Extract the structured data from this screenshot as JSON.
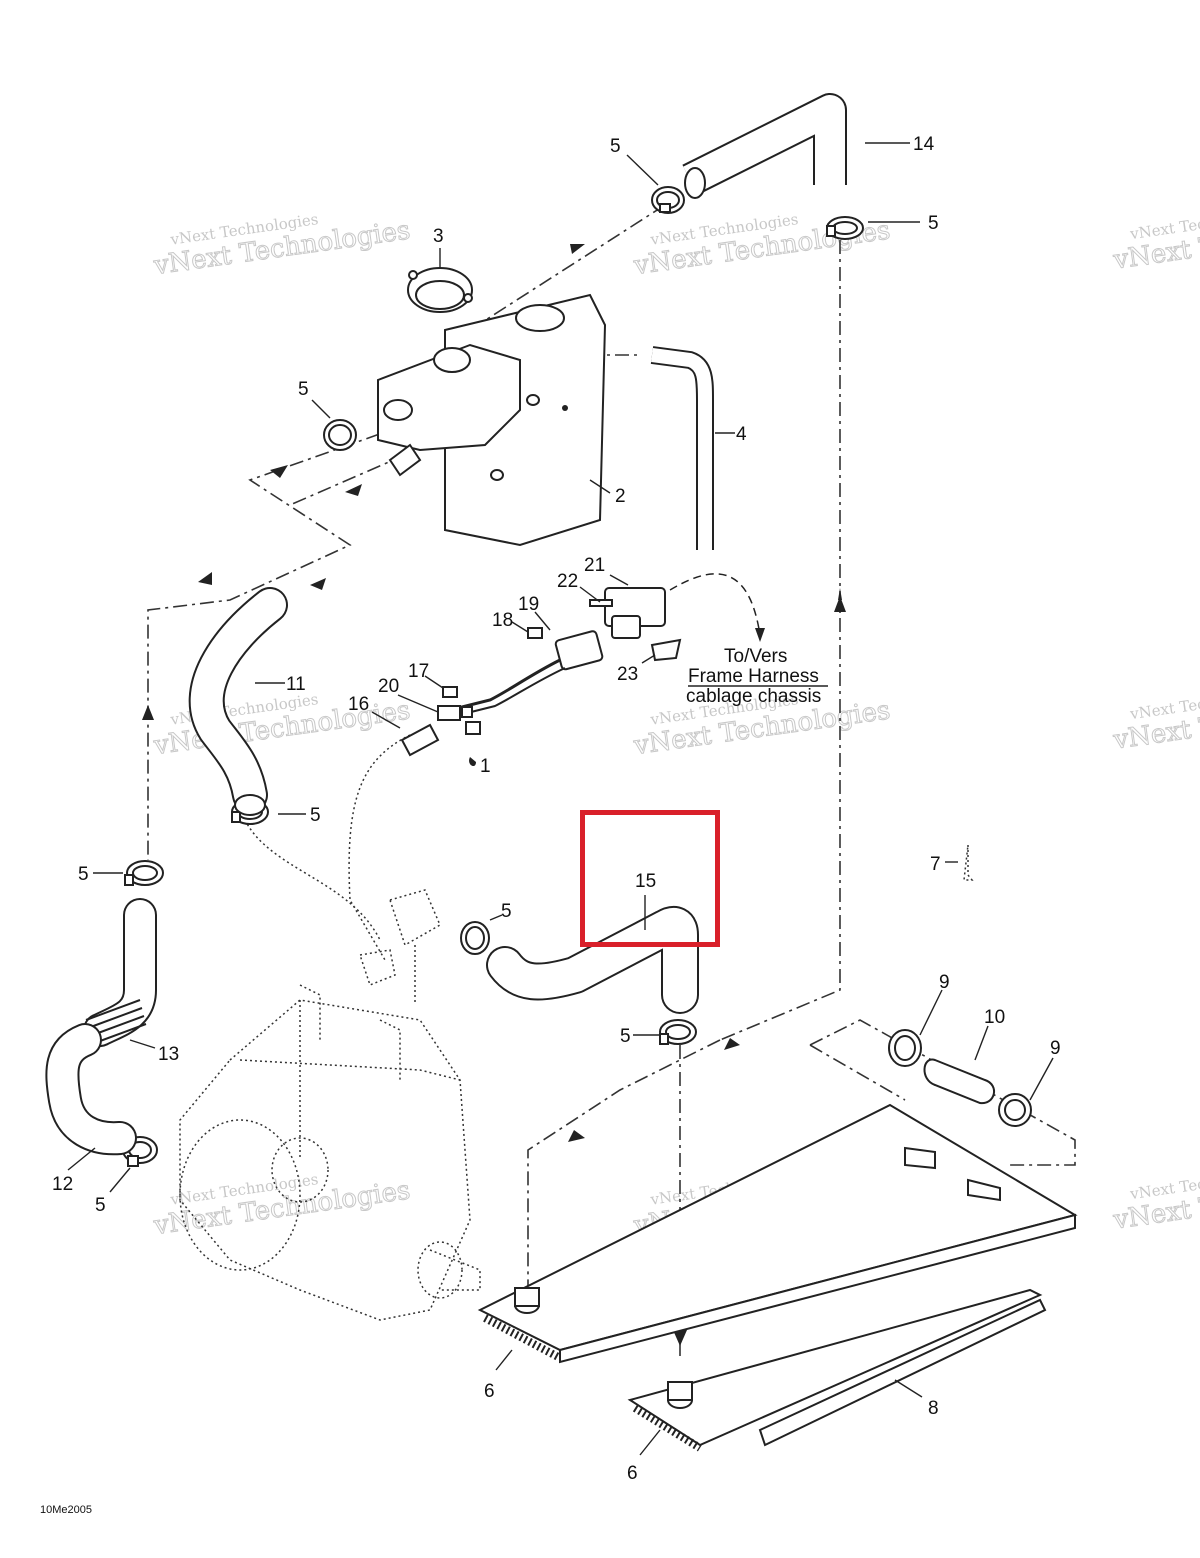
{
  "diagram": {
    "callouts": {
      "c1": "1",
      "c2": "2",
      "c3": "3",
      "c4": "4",
      "c5a": "5",
      "c5b": "5",
      "c5c": "5",
      "c5d": "5",
      "c5e": "5",
      "c5f": "5",
      "c5g": "5",
      "c5h": "5",
      "c6a": "6",
      "c6b": "6",
      "c7": "7",
      "c8": "8",
      "c9a": "9",
      "c9b": "9",
      "c10": "10",
      "c11": "11",
      "c12": "12",
      "c13": "13",
      "c14": "14",
      "c15": "15",
      "c16": "16",
      "c17": "17",
      "c18": "18",
      "c19": "19",
      "c20": "20",
      "c21": "21",
      "c22": "22",
      "c23": "23"
    },
    "harness_label": {
      "line1": "To/Vers",
      "line2": "Frame Harness",
      "line3": "cablage chassis"
    },
    "document_code": "10Me2005",
    "highlighted_part": "15",
    "highlight_color": "#d9202a"
  },
  "watermark": {
    "line1": "vNext Technologies",
    "line2": "vNext Technologies"
  }
}
